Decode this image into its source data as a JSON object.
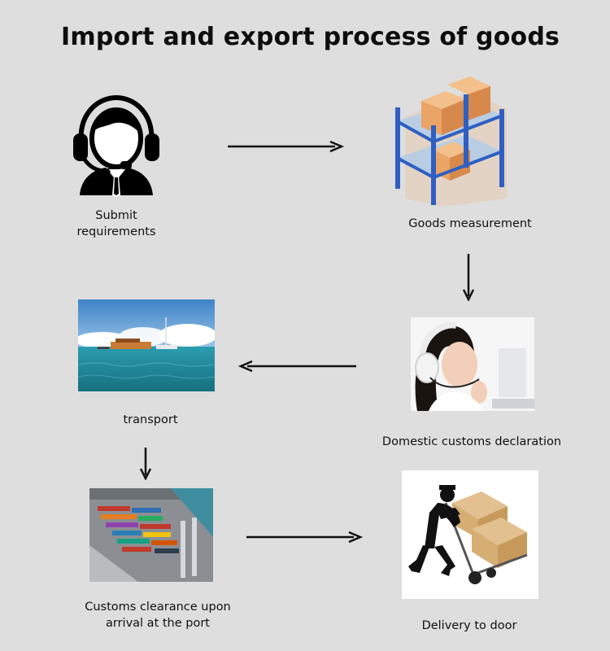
{
  "title": "Import and export process of goods",
  "steps": [
    {
      "label": "Submit\nrequirements",
      "icon": "customer-service-icon"
    },
    {
      "label": "Goods measurement",
      "icon": "warehouse-shelf-icon"
    },
    {
      "label": "Domestic customs declaration",
      "icon": "headset-agent-photo"
    },
    {
      "label": "transport",
      "icon": "sea-ship-photo"
    },
    {
      "label": "Customs clearance upon\narrival at the port",
      "icon": "port-containers-photo"
    },
    {
      "label": "Delivery to door",
      "icon": "delivery-man-icon"
    }
  ],
  "colors": {
    "background": "#dedede",
    "arrow": "#111111",
    "box": "#e9a466",
    "shelf": "#2f5fc2"
  }
}
